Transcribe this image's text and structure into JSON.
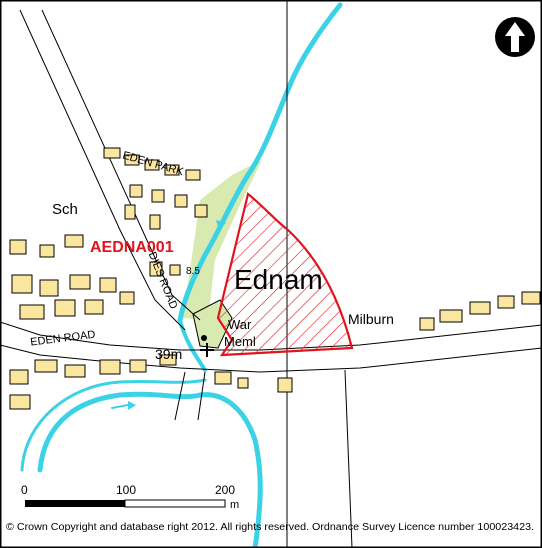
{
  "map": {
    "site_ref": "AEDNA001",
    "place_name": "Ednam",
    "labels": {
      "school": "Sch",
      "eden_park": "EDEN PARK",
      "eden_road": "EDEN ROAD",
      "dies_road": "DIES ROAD",
      "war_memorial_line1": "War",
      "war_memorial_line2": "Meml",
      "milburn": "Milburn",
      "spot_height": "39m",
      "small_mark": "8.5"
    },
    "scale_bar": {
      "ticks": [
        "0",
        "100",
        "200"
      ],
      "unit": "m"
    },
    "copyright": "© Crown Copyright and database right 2012. All rights reserved. Ordnance Survey Licence number 100023423.",
    "north_arrow": "north-arrow-icon",
    "colors": {
      "site_boundary": "#e0141e",
      "water": "#3cd2e6",
      "buildings": "#fbe6a0",
      "green": "#d8eab0",
      "roads": "#ffffff",
      "lines": "#000000"
    }
  }
}
